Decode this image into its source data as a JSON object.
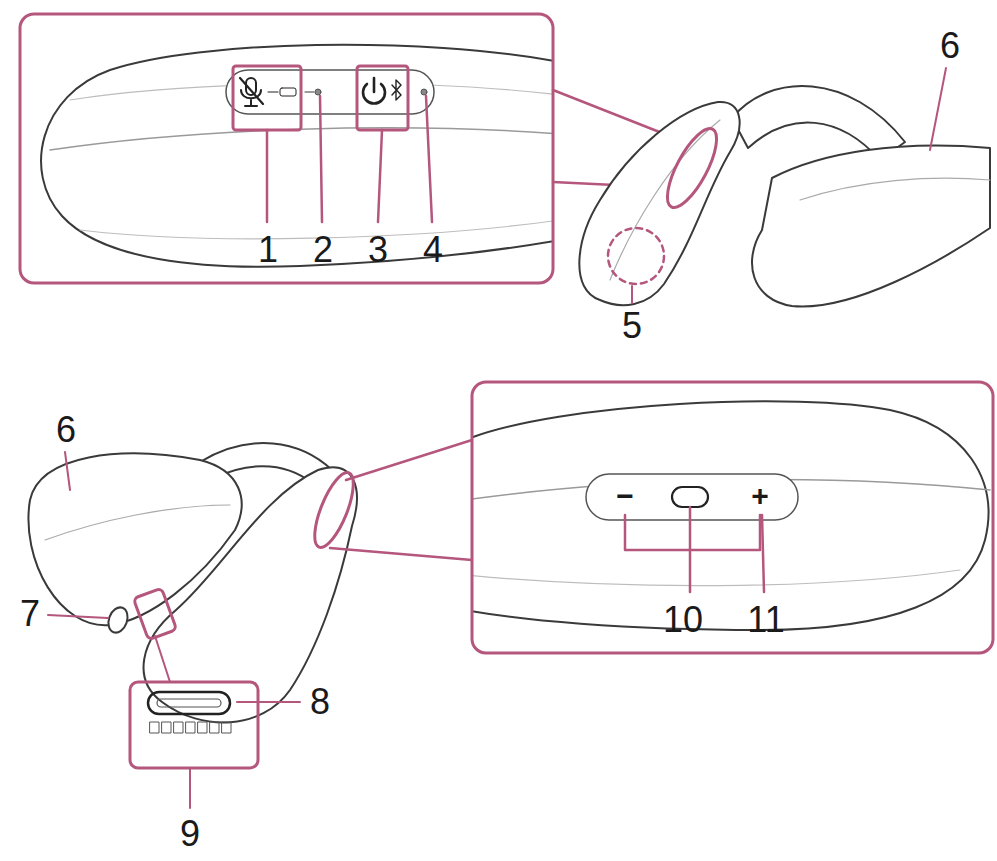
{
  "diagram": {
    "labels": [
      "1",
      "2",
      "3",
      "4",
      "5",
      "6",
      "6",
      "7",
      "8",
      "9",
      "10",
      "11",
      "−",
      "+"
    ]
  }
}
